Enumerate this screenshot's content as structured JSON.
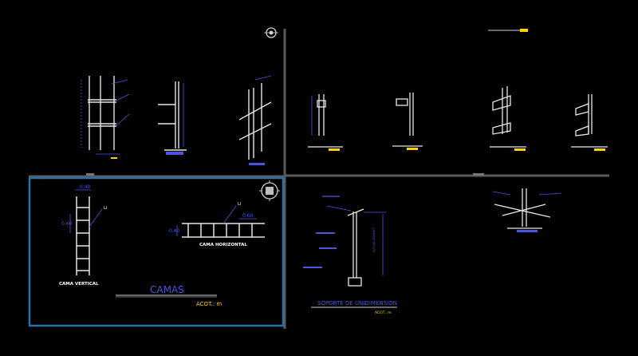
{
  "viewport": {
    "colors": {
      "background": "#000000",
      "frame": "#5a5a5a",
      "active_frame": "#2f6fa8",
      "geometry": "#e6e6e6",
      "dimension": "#4a55e0",
      "annotation": "#ffffff",
      "accent": "#ffd200"
    }
  },
  "left_panel": {
    "dim_top": "0.40",
    "dim_side": "0.60",
    "leader_vertical": "LI",
    "label_vertical": "CAMA VERTICAL",
    "dim_horizontal": "0.60",
    "dim_horizontal_side": "0.40",
    "leader_horizontal": "LI",
    "label_horizontal": "CAMA HORIZONTAL",
    "section_title": "CAMAS",
    "units": "ACOT.: m"
  },
  "right_panel": {
    "section_title": "SOPORTE DE UNIDIMENSION",
    "height_label": "ALTURA VARIABLE",
    "units": "ACOT.: m"
  },
  "icons": {
    "compass_top": "compass-icon",
    "compass_left": "viewport-nav-icon"
  }
}
